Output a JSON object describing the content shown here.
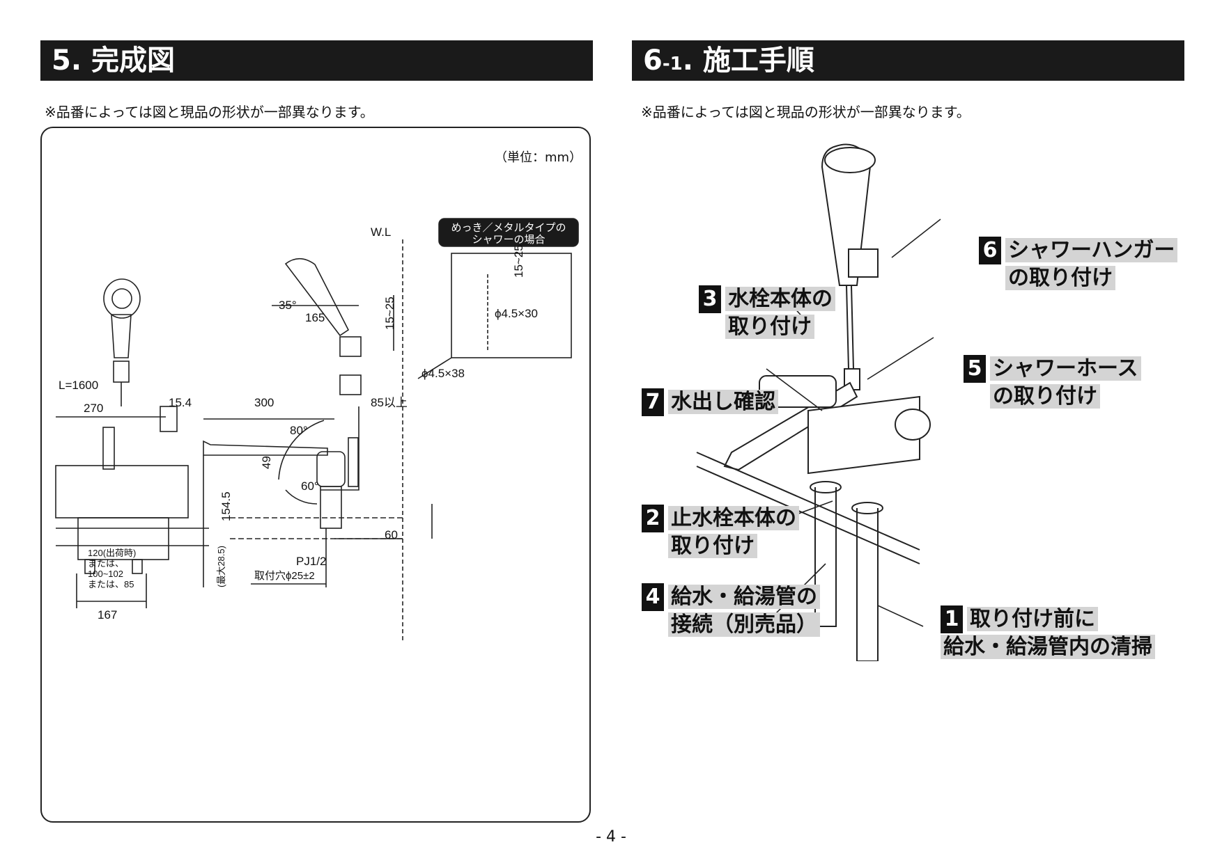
{
  "left": {
    "heading_num": "5.",
    "heading_text": "完成図",
    "note": "※品番によっては図と現品の形状が一部異なります。",
    "unit": "（単位：mm）",
    "callout": [
      "めっき／メタルタイプの",
      "シャワーの場合"
    ],
    "dims": {
      "wl": "W.L",
      "hose": "L=1600",
      "d270": "270",
      "d154": "15.4",
      "d300": "300",
      "d85": "85以上",
      "a80": "80°",
      "a35": "35°",
      "d165": "165",
      "d15_25": "15~25",
      "d15_25b": "15~25",
      "phi30": "ϕ4.5×30",
      "phi38": "ϕ4.5×38",
      "d49": "49",
      "a60": "60°",
      "d1545": "154.5",
      "d60": "60",
      "max": "(最大28.5)",
      "pj": "PJ1/2",
      "hole": "取付穴ϕ25±2",
      "pitch": [
        "120(出荷時)",
        "または、",
        "100~102",
        "または、85"
      ],
      "d167": "167"
    }
  },
  "right": {
    "heading_num": "6",
    "heading_sub": "-1",
    "heading_text": ". 施工手順",
    "note": "※品番によっては図と現品の形状が一部異なります。",
    "steps": [
      {
        "num": "6",
        "l1": "シャワーハンガー",
        "l2": "の取り付け"
      },
      {
        "num": "3",
        "l1": "水栓本体の",
        "l2": "取り付け"
      },
      {
        "num": "5",
        "l1": "シャワーホース",
        "l2": "の取り付け"
      },
      {
        "num": "7",
        "l1": "水出し確認",
        "l2": ""
      },
      {
        "num": "2",
        "l1": "止水栓本体の",
        "l2": "取り付け"
      },
      {
        "num": "4",
        "l1": "給水・給湯管の",
        "l2": "接続（別売品）"
      },
      {
        "num": "1",
        "l1": "取り付け前に",
        "l2": "給水・給湯管内の清掃"
      }
    ]
  },
  "page_number": "- 4 -"
}
